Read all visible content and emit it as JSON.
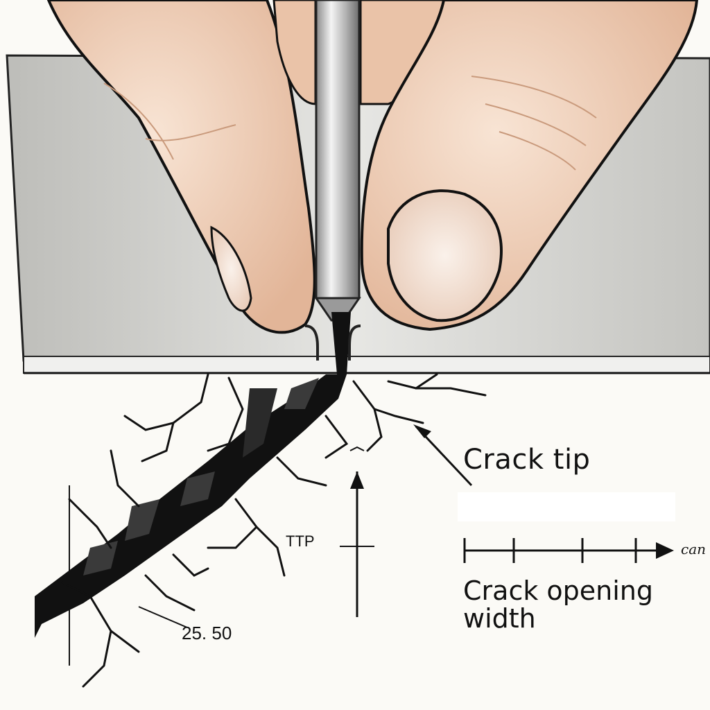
{
  "labels": {
    "crack_tip": "Crack tip",
    "crack_opening_width": "Crack opening\nwidth",
    "ttp": "TTP",
    "measurement": "25. 50",
    "unit_partial": "can"
  },
  "colors": {
    "background": "#fbfaf6",
    "plate": "#c9c9c6",
    "plate_edge": "#efefed",
    "skin": "#f2d3bd",
    "skin_shadow": "#d9a98a",
    "ink": "#111111",
    "tool": "#bdbdbd"
  }
}
